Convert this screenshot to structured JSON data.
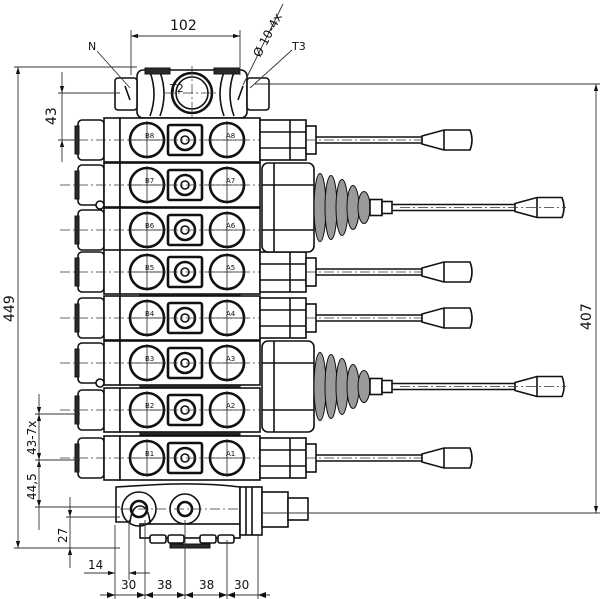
{
  "drawing": {
    "title": "Sectional directional control valve - 8 sections, front view",
    "line_color": "#111111",
    "background": "#ffffff"
  },
  "callouts": {
    "inlet_port": "N",
    "tank_port": "T3",
    "cover_port": "T2",
    "mounting_holes": "Ø 10-4x"
  },
  "dimensions": {
    "overall_height": "449",
    "handle_span": "407",
    "top_width": "102",
    "inlet_section": "43",
    "section_pitch": "43-7x",
    "end_cover_offset": "44,5",
    "base_height": "27",
    "hole_offset": "14",
    "bottom": [
      "30",
      "38",
      "38",
      "30"
    ]
  },
  "sections": [
    {
      "id": 8,
      "port_b": "B8",
      "port_a": "A8",
      "actuator": "lever"
    },
    {
      "id": 7,
      "port_b": "B7",
      "port_a": "A7",
      "actuator": "joystick"
    },
    {
      "id": 6,
      "port_b": "B6",
      "port_a": "A6",
      "actuator": "joystick"
    },
    {
      "id": 5,
      "port_b": "B5",
      "port_a": "A5",
      "actuator": "lever"
    },
    {
      "id": 4,
      "port_b": "B4",
      "port_a": "A4",
      "actuator": "lever"
    },
    {
      "id": 3,
      "port_b": "B3",
      "port_a": "A3",
      "actuator": "joystick"
    },
    {
      "id": 2,
      "port_b": "B2",
      "port_a": "A2",
      "actuator": "joystick"
    },
    {
      "id": 1,
      "port_b": "B1",
      "port_a": "A1",
      "actuator": "lever"
    }
  ]
}
